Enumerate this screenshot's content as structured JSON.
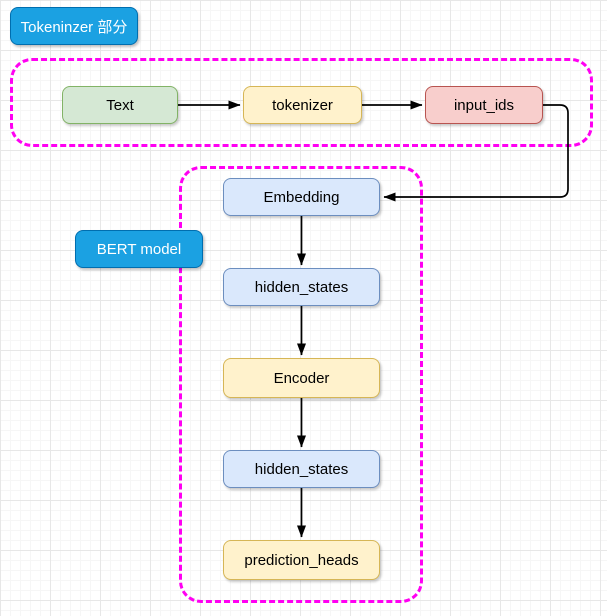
{
  "sections": {
    "tokenizer": {
      "label": "Tokeninzer 部分",
      "nodes": [
        {
          "label": "Text",
          "color": "#d5e8d4"
        },
        {
          "label": "tokenizer",
          "color": "#fff2cc"
        },
        {
          "label": "input_ids",
          "color": "#f8cecc"
        }
      ]
    },
    "bert": {
      "label": "BERT model",
      "nodes": [
        {
          "label": "Embedding",
          "color": "#dae8fc"
        },
        {
          "label": "hidden_states",
          "color": "#dae8fc"
        },
        {
          "label": "Encoder",
          "color": "#fff2cc"
        },
        {
          "label": "hidden_states",
          "color": "#dae8fc"
        },
        {
          "label": "prediction_heads",
          "color": "#fff2cc"
        }
      ]
    }
  },
  "colors": {
    "section_label_fill": "#1ba1e2",
    "section_label_border": "#006eaf",
    "section_label_text": "#ffffff",
    "group_dashed_border": "#ff00f2",
    "node_green_border": "#82b366",
    "node_yellow_border": "#d6b656",
    "node_red_border": "#b85450",
    "node_blue_border": "#6c8ebf",
    "arrow": "#000000",
    "canvas_background": "#ffffff"
  }
}
